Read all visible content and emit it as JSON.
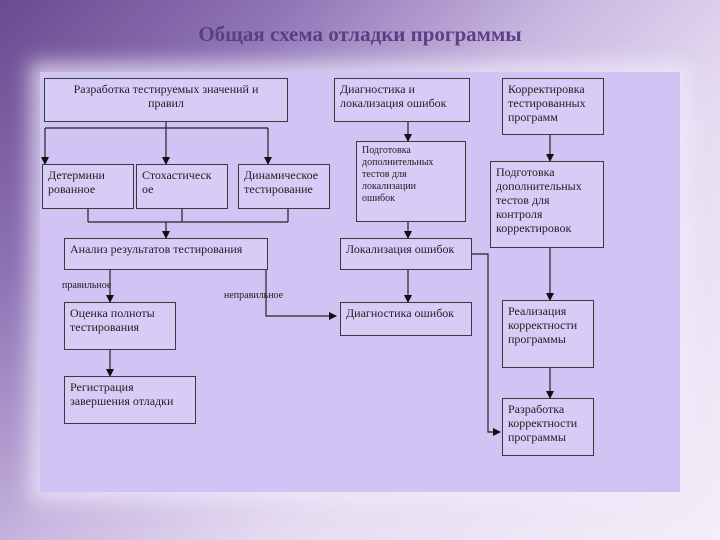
{
  "title": "Общая схема отладки программы",
  "nodes": {
    "dev_values": "Разработка тестируемых значений и\nправил",
    "determ": "Детермини\nрованное",
    "stoch": "Стохастическ\nое",
    "dynamic": "Динамическое\nтестирование",
    "analysis": "Анализ результатов тестирования",
    "completeness": "Оценка полноты\nтестирования",
    "registration": "Регистрация\nзавершения отладки",
    "diag_local": "Диагностика и\nлокализация ошибок",
    "prep_tests": "Подготовка\nдополнительных\nтестов для\nлокализации\nошибок",
    "localization": "Локализация ошибок",
    "diagnostics": "Диагностика ошибок",
    "correction": "Корректировка\nтестированных\nпрограмм",
    "prep_control": "Подготовка\nдополнительных\nтестов для\nконтроля\nкорректировок",
    "realization": "Реализация\nкорректности\nпрограммы",
    "dev_correct": "Разработка\nкорректности\nпрограммы"
  },
  "labels": {
    "correct": "правильное",
    "incorrect": "неправильное"
  }
}
